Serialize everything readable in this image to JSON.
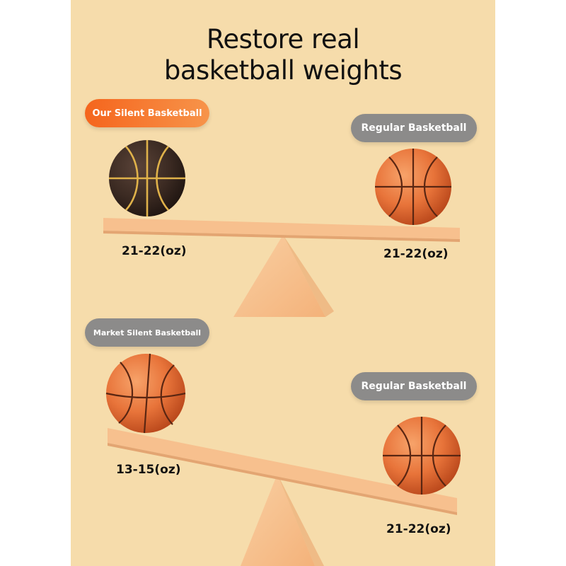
{
  "title": {
    "line1": "Restore real",
    "line2": "basketball weights"
  },
  "comparisons": [
    {
      "left": {
        "label": "Our Silent Basketball",
        "weight": "21-22(oz)",
        "ball": "dark-silent-basketball"
      },
      "right": {
        "label": "Regular Basketball",
        "weight": "21-22(oz)",
        "ball": "orange-basketball"
      },
      "balance": "level"
    },
    {
      "left": {
        "label": "Market Silent Basketball",
        "weight": "13-15(oz)",
        "ball": "orange-basketball"
      },
      "right": {
        "label": "Regular Basketball",
        "weight": "21-22(oz)",
        "ball": "orange-basketball"
      },
      "balance": "tilted-right-down"
    }
  ],
  "colors": {
    "background": "#f6dcab",
    "seesaw": "#f7c08e",
    "accent_orange": "#f5651d",
    "label_gray": "#8c8b8a",
    "dark_ball": "#3b2a22",
    "ball_orange": "#e8743a"
  }
}
